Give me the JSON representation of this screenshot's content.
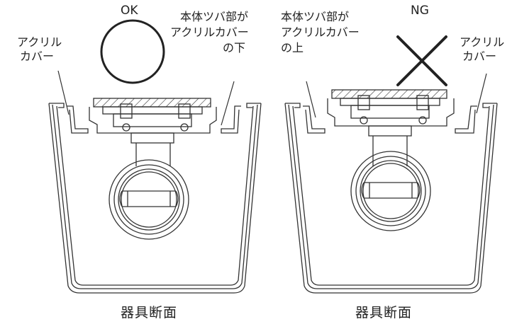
{
  "left": {
    "verdict": "OK",
    "acrylic_cover_line1": "アクリル",
    "acrylic_cover_line2": "カバー",
    "flange_line1": "本体ツバ部が",
    "flange_line2": "アクリルカバー",
    "flange_line3": "の下",
    "caption": "器具断面"
  },
  "right": {
    "verdict": "NG",
    "flange_line1": "本体ツバ部が",
    "flange_line2": "アクリルカバー",
    "flange_line3": "の上",
    "acrylic_cover_line1": "アクリル",
    "acrylic_cover_line2": "カバー",
    "caption": "器具断面"
  },
  "icons": {
    "ok_mark": "circle-icon",
    "ng_mark": "cross-icon"
  }
}
